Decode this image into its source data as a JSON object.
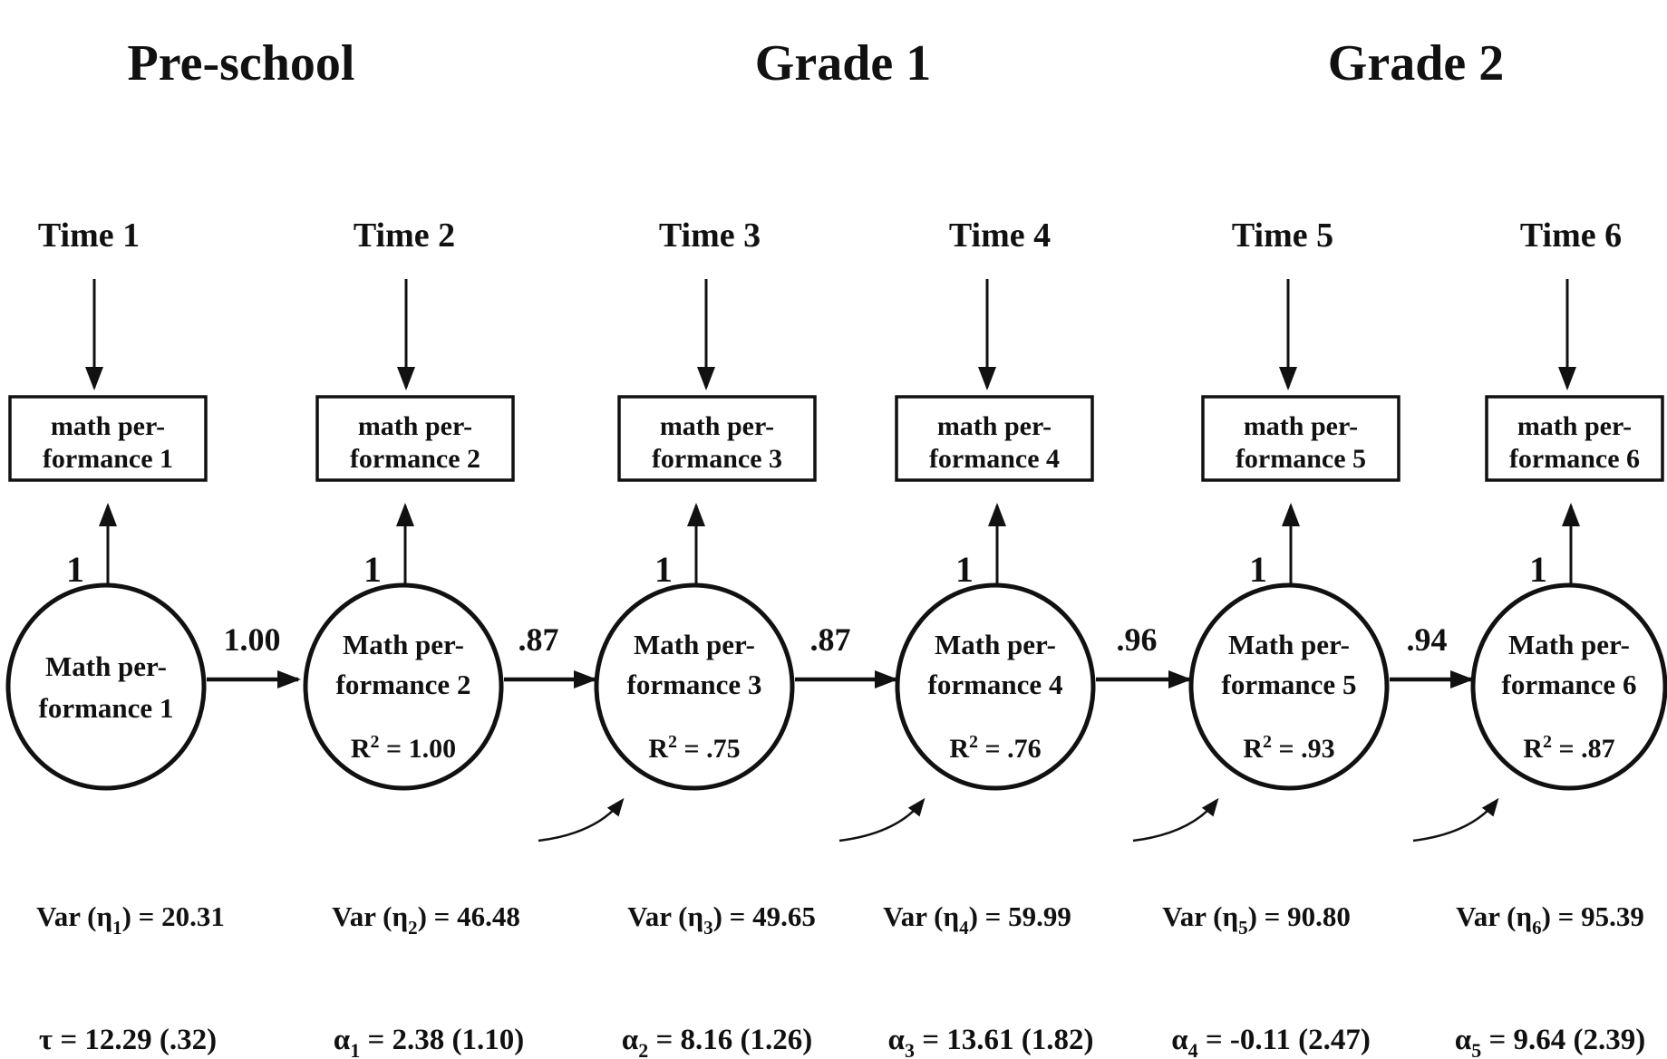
{
  "colors": {
    "ink": "#111111",
    "background": "#ffffff"
  },
  "groups": [
    {
      "label": "Pre-school"
    },
    {
      "label": "Grade 1"
    },
    {
      "label": "Grade 2"
    }
  ],
  "paths": [
    {
      "label": "1.00"
    },
    {
      "label": ".87"
    },
    {
      "label": ".87"
    },
    {
      "label": ".96"
    },
    {
      "label": ".94"
    }
  ],
  "columns": [
    {
      "time_label": "Time 1",
      "box_line1": "math per-",
      "box_line2": "formance 1",
      "loading": "1",
      "circle_line1": "Math per-",
      "circle_line2": "formance 1",
      "var_pre": "Var (η",
      "var_sub": "1",
      "var_post": ") = 20.31",
      "mean_pre": "τ",
      "mean_post": " = 12.29 (.32)"
    },
    {
      "time_label": "Time 2",
      "box_line1": "math per-",
      "box_line2": "formance 2",
      "loading": "1",
      "circle_line1": "Math per-",
      "circle_line2": "formance 2",
      "r2_pre": "R",
      "r2_sup": "2",
      "r2_post": " = 1.00",
      "var_pre": "Var (η",
      "var_sub": "2",
      "var_post": ") = 46.48",
      "mean_pre": "α",
      "mean_sub": "1",
      "mean_post": " = 2.38 (1.10)"
    },
    {
      "time_label": "Time 3",
      "box_line1": "math per-",
      "box_line2": "formance 3",
      "loading": "1",
      "circle_line1": "Math per-",
      "circle_line2": "formance 3",
      "r2_pre": "R",
      "r2_sup": "2",
      "r2_post": " = .75",
      "var_pre": "Var (η",
      "var_sub": "3",
      "var_post": ") = 49.65",
      "mean_pre": "α",
      "mean_sub": "2",
      "mean_post": " = 8.16 (1.26)"
    },
    {
      "time_label": "Time 4",
      "box_line1": "math per-",
      "box_line2": "formance 4",
      "loading": "1",
      "circle_line1": "Math per-",
      "circle_line2": "formance 4",
      "r2_pre": "R",
      "r2_sup": "2",
      "r2_post": " = .76",
      "var_pre": "Var (η",
      "var_sub": "4",
      "var_post": ") = 59.99",
      "mean_pre": "α",
      "mean_sub": "3",
      "mean_post": " = 13.61 (1.82)"
    },
    {
      "time_label": "Time 5",
      "box_line1": "math per-",
      "box_line2": "formance 5",
      "loading": "1",
      "circle_line1": "Math per-",
      "circle_line2": "formance 5",
      "r2_pre": "R",
      "r2_sup": "2",
      "r2_post": " = .93",
      "var_pre": "Var (η",
      "var_sub": "5",
      "var_post": ") = 90.80",
      "mean_pre": "α",
      "mean_sub": "4",
      "mean_post": " = -0.11 (2.47)"
    },
    {
      "time_label": "Time 6",
      "box_line1": "math per-",
      "box_line2": "formance 6",
      "loading": "1",
      "circle_line1": "Math per-",
      "circle_line2": "formance 6",
      "r2_pre": "R",
      "r2_sup": "2",
      "r2_post": " = .87",
      "var_pre": "Var (η",
      "var_sub": "6",
      "var_post": ") = 95.39",
      "mean_pre": "α",
      "mean_sub": "5",
      "mean_post": " = 9.64 (2.39)"
    }
  ]
}
